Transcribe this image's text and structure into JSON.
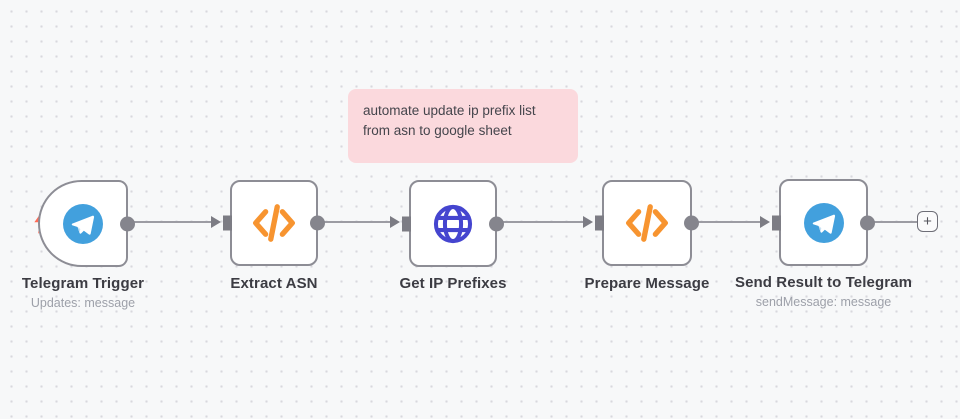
{
  "workflow": {
    "sticky_note": {
      "text": "automate update ip prefix list\nfrom asn to google sheet",
      "background": "#fbd9dd"
    },
    "nodes": [
      {
        "label": "Telegram Trigger",
        "subtitle": "Updates: message",
        "icon": "telegram-icon",
        "shape": "rounded-left-trigger"
      },
      {
        "label": "Extract ASN",
        "subtitle": "",
        "icon": "code-icon",
        "shape": "square"
      },
      {
        "label": "Get IP Prefixes",
        "subtitle": "",
        "icon": "globe-icon",
        "shape": "square"
      },
      {
        "label": "Prepare Message",
        "subtitle": "",
        "icon": "code-icon",
        "shape": "square"
      },
      {
        "label": "Send Result to Telegram",
        "subtitle": "sendMessage: message",
        "icon": "telegram-icon",
        "shape": "square"
      }
    ],
    "add_button_label": "+",
    "colors": {
      "canvas_bg": "#f7f8f9",
      "canvas_dots": "#d8d8dd",
      "node_border": "#8d8d95",
      "connection_line": "#9c9ca3",
      "connector": "#7c7c84",
      "label_text": "#3c3c43",
      "subtitle_text": "#9da0a9",
      "sticky_pink": "#fbd9dd",
      "trigger_bolt_red": "#ff6c57",
      "telegram_blue": "#42a0dd",
      "code_orange": "#f79430",
      "globe_indigo": "#4545cf"
    }
  }
}
